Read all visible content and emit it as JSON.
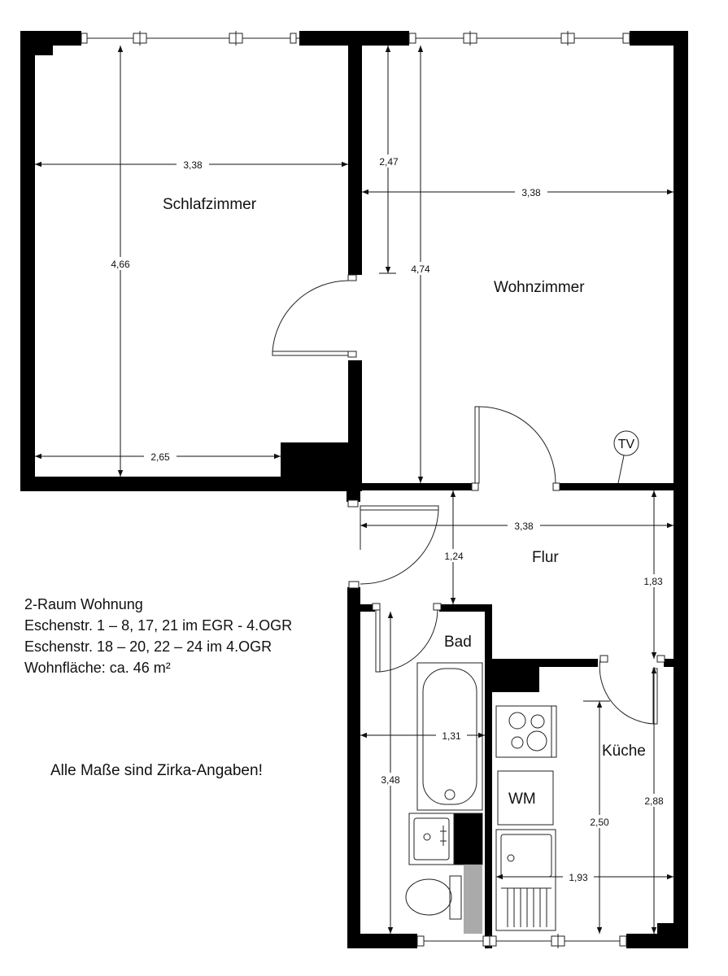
{
  "rooms": {
    "schlafzimmer": "Schlafzimmer",
    "wohnzimmer": "Wohnzimmer",
    "flur": "Flur",
    "bad": "Bad",
    "kueche": "Küche"
  },
  "fixtures": {
    "tv": "TV",
    "wm": "WM"
  },
  "dimensions": {
    "schlaf_width_top": "3,38",
    "schlaf_height": "4,66",
    "schlaf_width_bottom": "2,65",
    "wohn_width": "3,38",
    "wohn_height_partial": "2,47",
    "wohn_height": "4,74",
    "flur_width": "3,38",
    "flur_depth": "1,24",
    "flur_right_height": "1,83",
    "bad_width": "1,31",
    "bad_height": "3,48",
    "kueche_height_inner": "2,50",
    "kueche_height": "2,88",
    "kueche_width": "1,93"
  },
  "info": {
    "line1": "2-Raum Wohnung",
    "line2": "Eschenstr. 1 – 8, 17, 21 im EGR - 4.OGR",
    "line3": "Eschenstr. 18 – 20, 22 – 24 im 4.OGR",
    "line4": "Wohnfläche: ca. 46 m²"
  },
  "note": "Alle Maße sind Zirka-Angaben!"
}
